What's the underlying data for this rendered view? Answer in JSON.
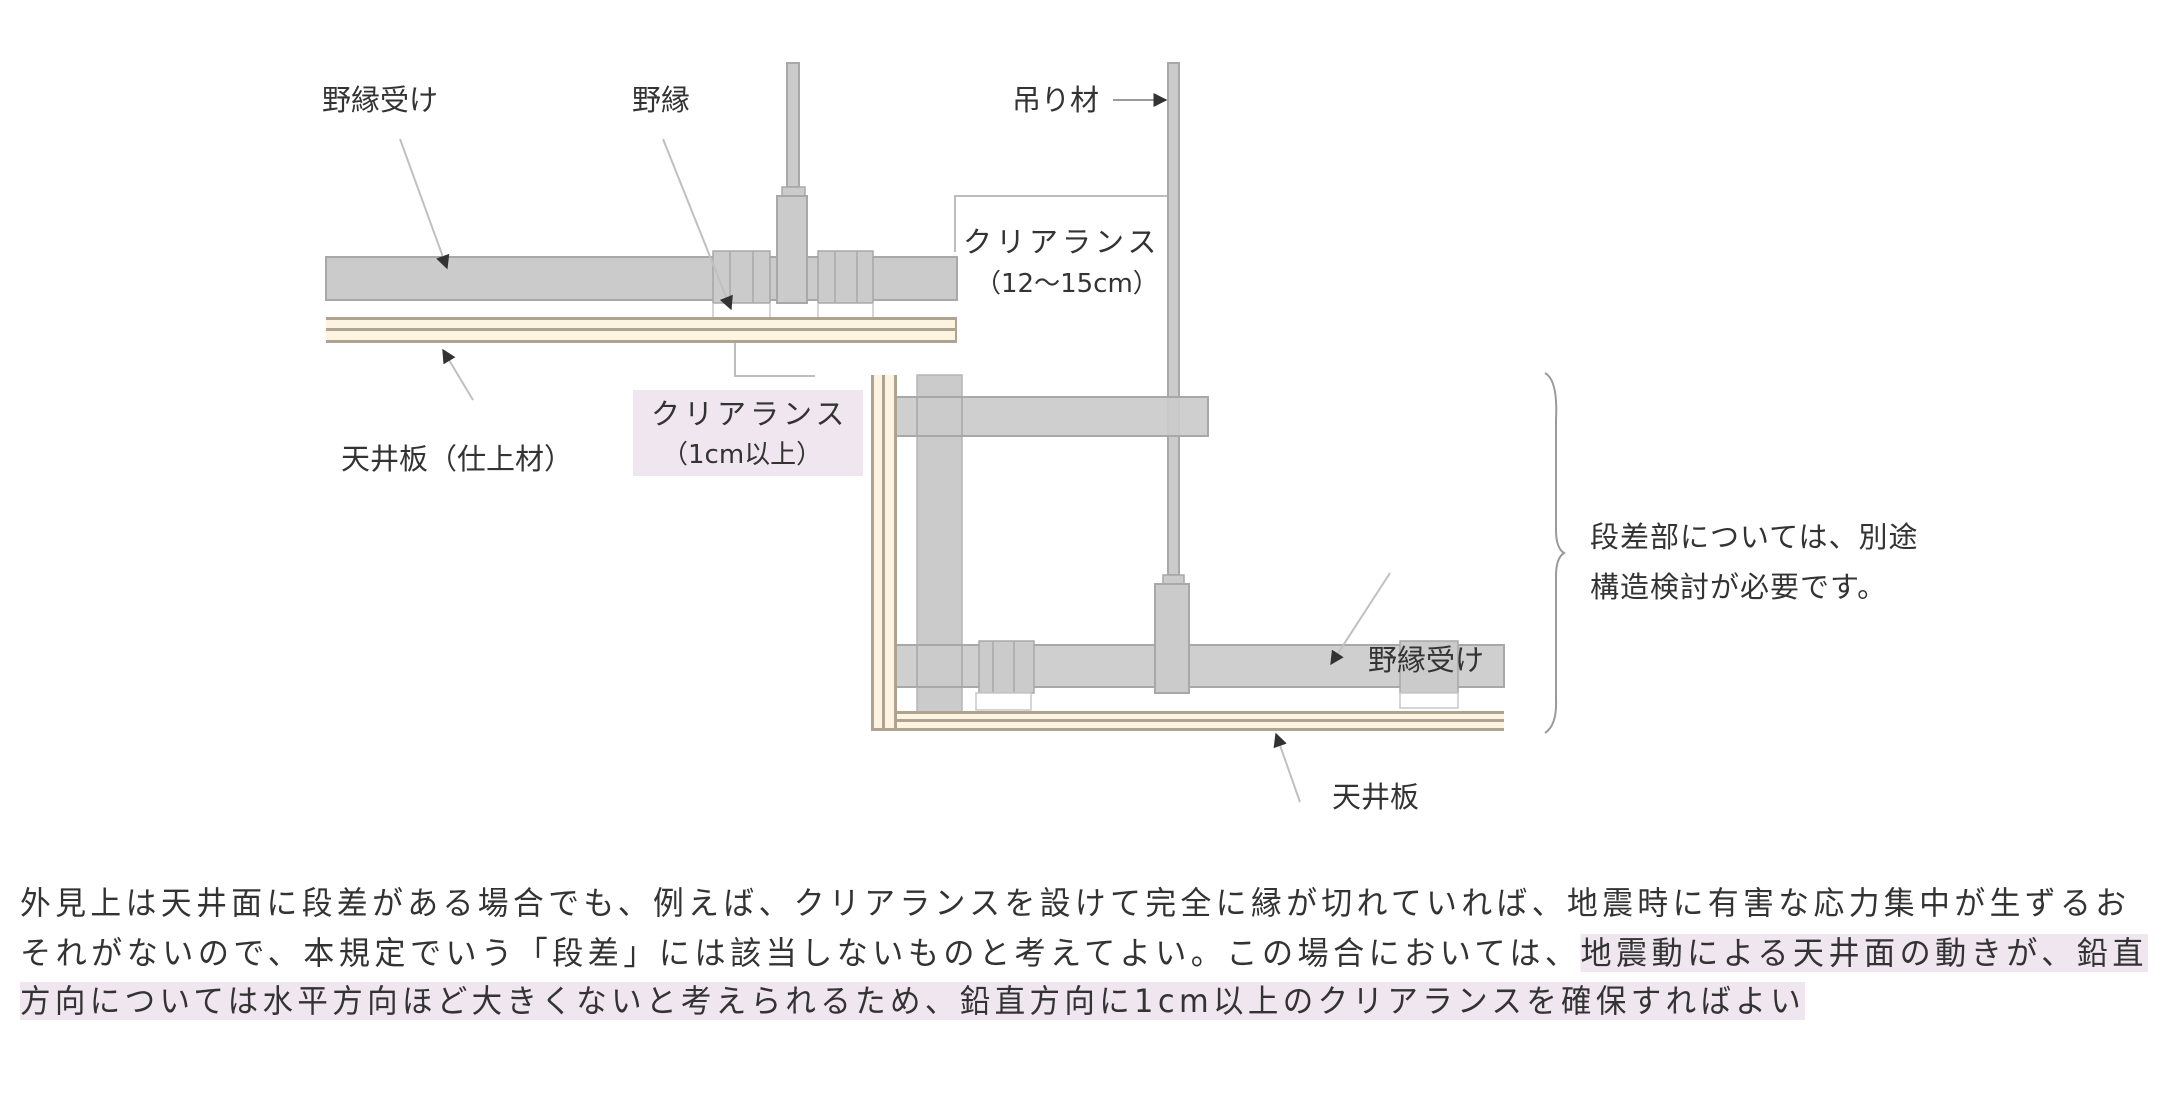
{
  "diagram": {
    "labels": {
      "upper_runner_bearer": "野縁受け",
      "upper_runner": "野縁",
      "hanger": "吊り材",
      "clearance_upper_title": "クリアランス",
      "clearance_upper_value": "（12〜15cm）",
      "ceiling_board_finish": "天井板（仕上材）",
      "clearance_lower_title": "クリアランス",
      "clearance_lower_value": "（1cm以上）",
      "lower_runner_bearer": "野縁受け",
      "ceiling_board": "天井板",
      "note_line1": "段差部については、別途",
      "note_line2": "構造検討が必要です。"
    },
    "colors": {
      "member_fill": "#cbcbcb",
      "member_stroke": "#a8a8a8",
      "board_fill": "#fdf3e1",
      "board_stripe": "#b0a291",
      "highlight": "#efe6ef",
      "leader": "#bdbdbd",
      "text": "#333333"
    }
  },
  "paragraph": {
    "line1": "外見上は天井面に段差がある場合でも、例えば、クリアランスを設けて完全に縁が切れていれば、地震時に有害な応力集中が生ずるお",
    "line2_plain": "それがないので、本規定でいう「段差」には該当しないものと考えてよい。この場合においては、",
    "line2_highlight": "地震動による天井面の動きが、鉛直",
    "line3_highlight": "方向については水平方向ほど大きくないと考えられるため、鉛直方向に1cm以上のクリアランスを確保すればよい"
  }
}
